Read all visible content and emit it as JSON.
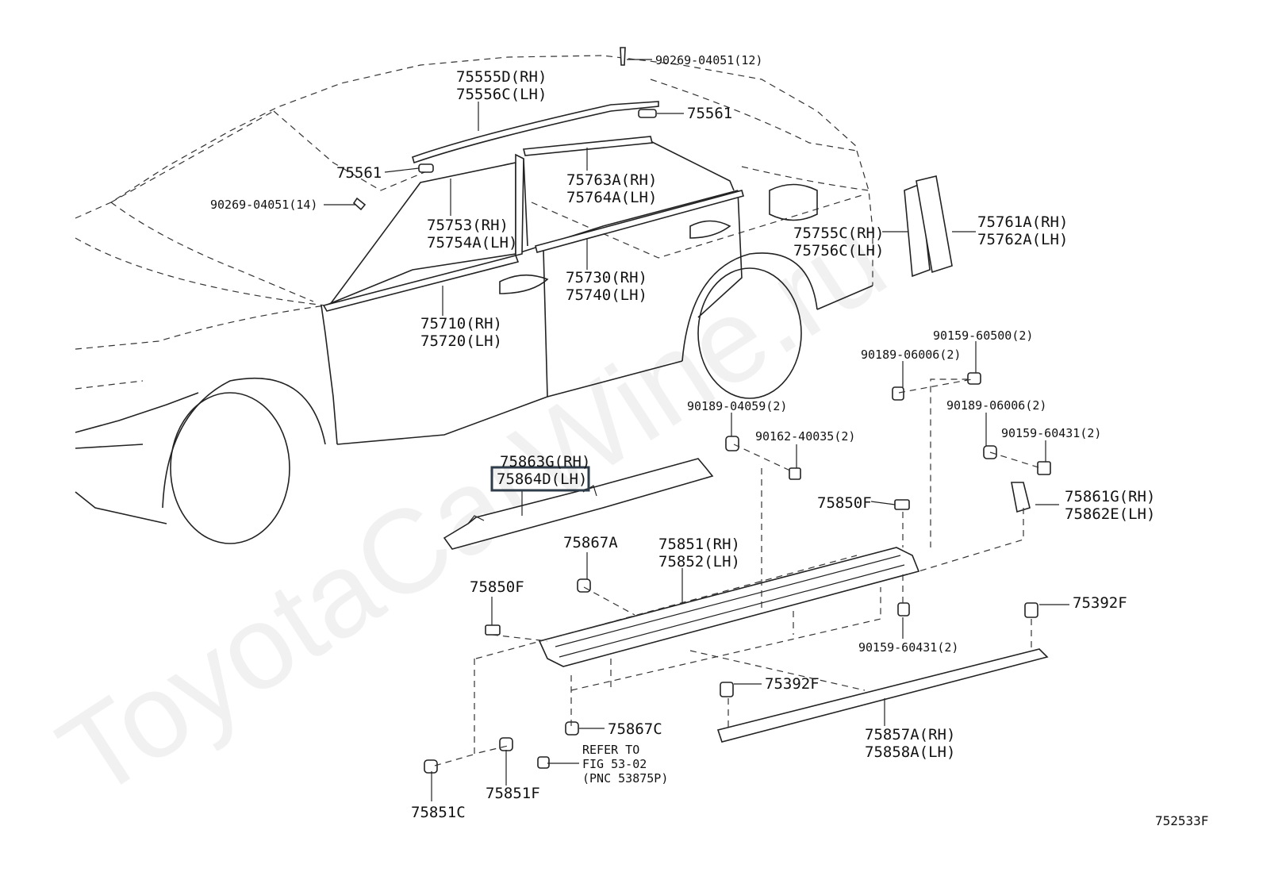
{
  "watermark": "ToyotaCarWine.ru",
  "figure_code": "752533F",
  "highlighted_label": "75864D(LH)",
  "labels": {
    "p90269_12": "90269-04051(12)",
    "p75555": "75555D(RH)",
    "p75556": "75556C(LH)",
    "p75561_top": "75561",
    "p75561_left": "75561",
    "p90269_14": "90269-04051(14)",
    "p75763": "75763A(RH)",
    "p75764": "75764A(LH)",
    "p75753": "75753(RH)",
    "p75754": "75754A(LH)",
    "p75761": "75761A(RH)",
    "p75762": "75762A(LH)",
    "p75755": "75755C(RH)",
    "p75756": "75756C(LH)",
    "p75730": "75730(RH)",
    "p75740": "75740(LH)",
    "p75710": "75710(RH)",
    "p75720": "75720(LH)",
    "p90159_60500": "90159-60500(2)",
    "p90189_06006a": "90189-06006(2)",
    "p90189_04059": "90189-04059(2)",
    "p90189_06006b": "90189-06006(2)",
    "p90162": "90162-40035(2)",
    "p90159_60431a": "90159-60431(2)",
    "p75863": "75863G(RH)",
    "p75864": "75864D(LH)",
    "p75850f_a": "75850F",
    "p75861": "75861G(RH)",
    "p75862": "75862E(LH)",
    "p75867a": "75867A",
    "p75851": "75851(RH)",
    "p75852": "75852(LH)",
    "p75850f_b": "75850F",
    "p75392f_a": "75392F",
    "p90159_60431b": "90159-60431(2)",
    "p75392f_b": "75392F",
    "p75867c": "75867C",
    "refer1": "REFER TO",
    "refer2": "FIG 53-02",
    "refer3": "(PNC 53875P)",
    "p75857": "75857A(RH)",
    "p75858": "75858A(LH)",
    "p75851f": "75851F",
    "p75851c": "75851C"
  }
}
